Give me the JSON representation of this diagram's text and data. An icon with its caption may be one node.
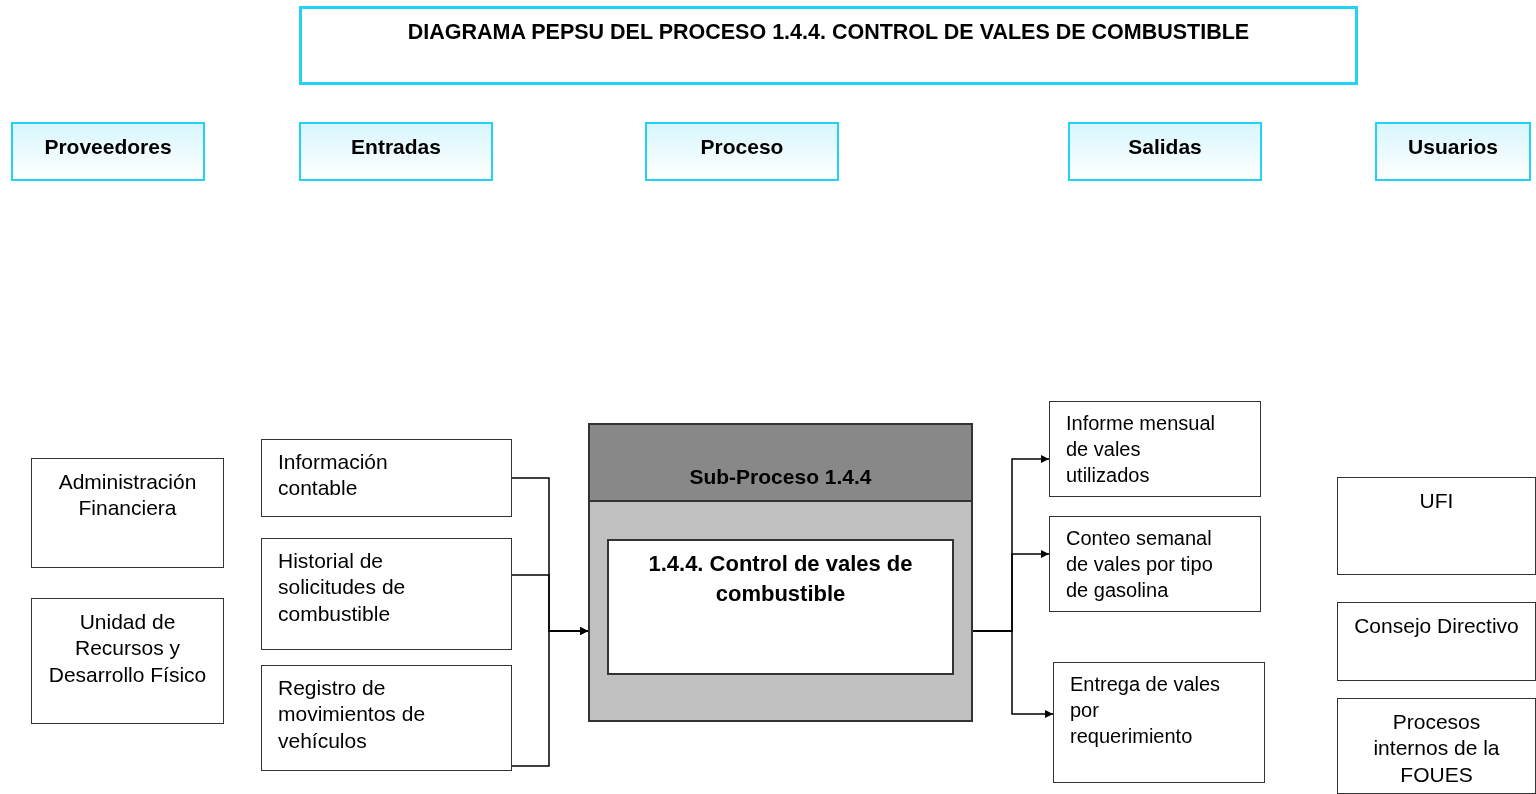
{
  "diagram": {
    "nodes": [
      {
        "text": [
          "DIAGRAMA PEPSU DEL PROCESO 1.4.4. CONTROL DE VALES DE COMBUSTIBLE"
        ]
      },
      {
        "text": [
          "Proveedores"
        ]
      },
      {
        "text": [
          "Entradas"
        ]
      },
      {
        "text": [
          "Proceso"
        ]
      },
      {
        "text": [
          "Salidas"
        ]
      },
      {
        "text": [
          "Usuarios"
        ]
      },
      {
        "text": [
          "Administración Financiera"
        ]
      },
      {
        "text": [
          "Unidad de Recursos y Desarrollo Físico"
        ]
      },
      {
        "text": [
          "Información contable"
        ]
      },
      {
        "text": [
          "Historial de solicitudes de combustible"
        ]
      },
      {
        "text": [
          "Registro de movimientos de vehículos"
        ]
      },
      {
        "text": [
          "Sub-Proceso 1.4.4"
        ]
      },
      {
        "text": [
          "1.4.4. Control de vales de combustible"
        ],
        "in": 11
      },
      {
        "text": [
          "Informe mensual de vales utilizados"
        ]
      },
      {
        "text": [
          "Conteo semanal de vales por tipo de gasolina"
        ]
      },
      {
        "text": [
          "Entrega de vales por requerimiento"
        ]
      },
      {
        "text": [
          "UFI"
        ]
      },
      {
        "text": [
          "Consejo Directivo"
        ]
      },
      {
        "text": [
          "Procesos internos de la FOUES"
        ]
      }
    ],
    "edges": [
      {
        "from": 8,
        "to": 11,
        "arrow": "to"
      },
      {
        "from": 9,
        "to": 11,
        "arrow": "to"
      },
      {
        "from": 10,
        "to": 11,
        "arrow": "to"
      },
      {
        "from": 11,
        "to": 13,
        "arrow": "to"
      },
      {
        "from": 11,
        "to": 14,
        "arrow": "to"
      },
      {
        "from": 11,
        "to": 15,
        "arrow": "to"
      }
    ]
  }
}
